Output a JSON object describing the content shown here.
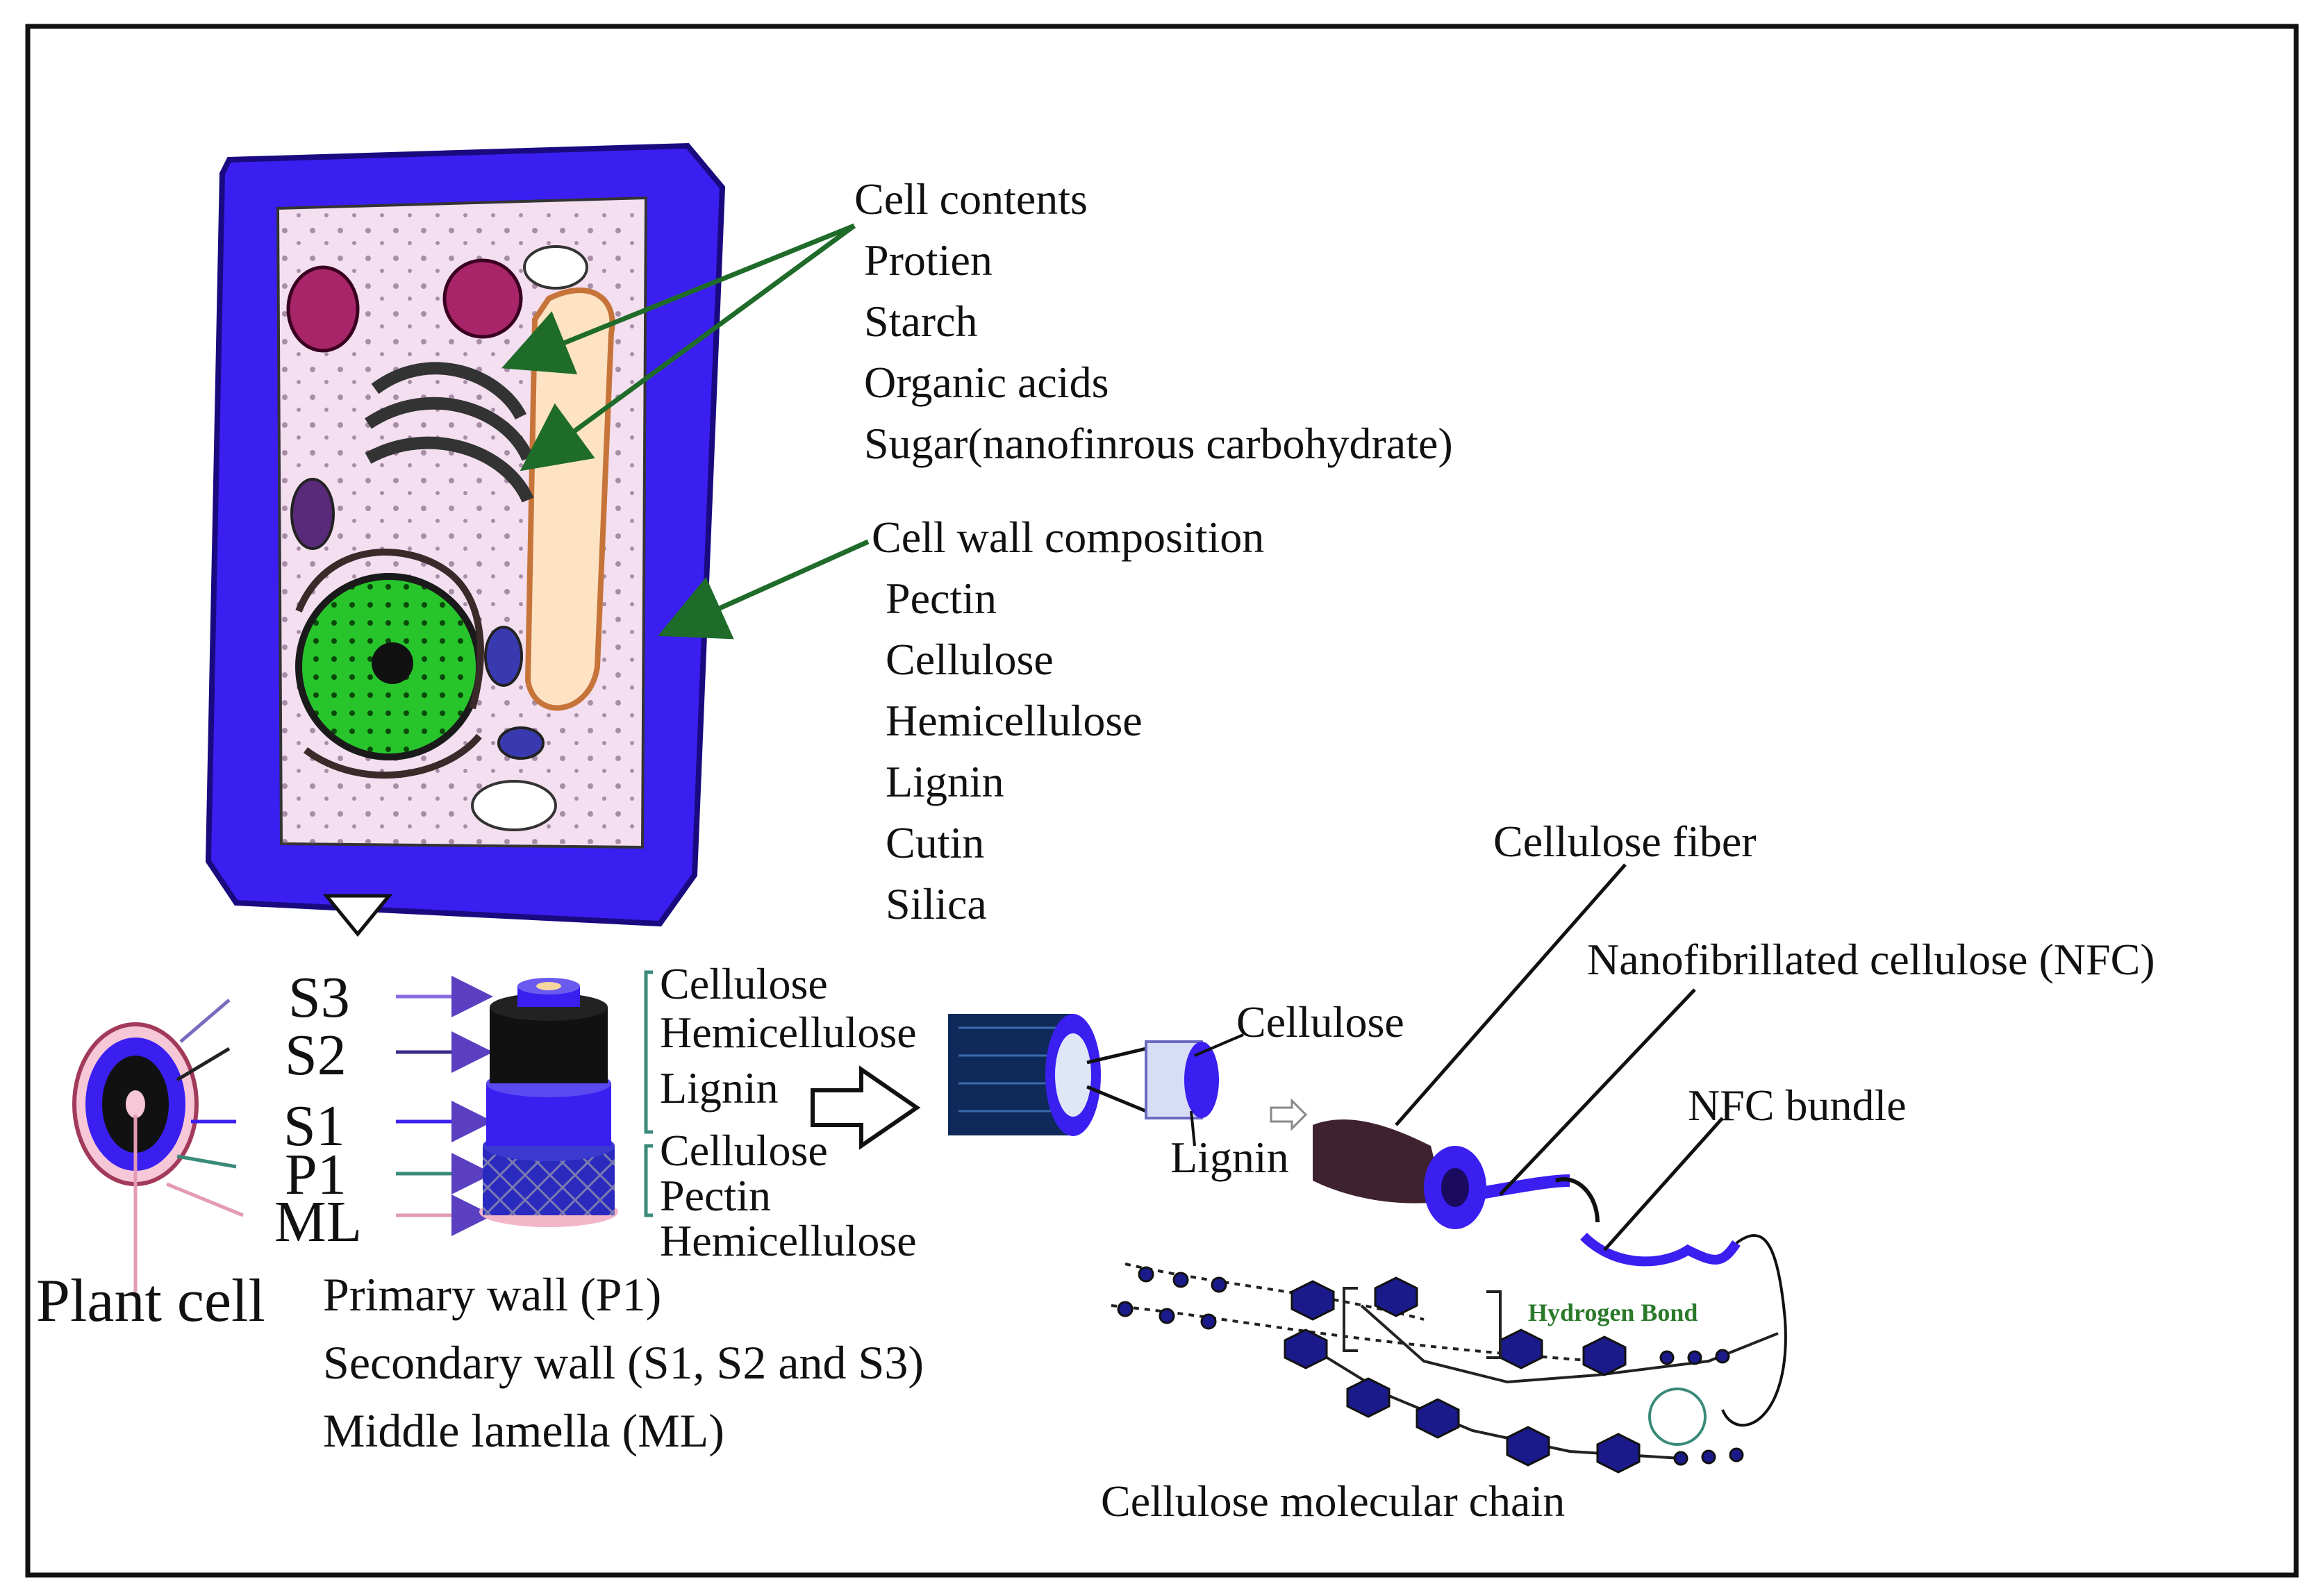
{
  "cell_contents": {
    "heading": "Cell contents",
    "items": [
      "Protien",
      "Starch",
      "Organic acids",
      "Sugar(nanofinrous carbohydrate)"
    ]
  },
  "cell_wall": {
    "heading": "Cell wall composition",
    "items": [
      "Pectin",
      "Cellulose",
      "Hemicellulose",
      "Lignin",
      "Cutin",
      "Silica"
    ]
  },
  "layers": [
    "S3",
    "S2",
    "S1",
    "P1",
    "ML"
  ],
  "secondary_components": [
    "Cellulose",
    "Hemicellulose",
    "Lignin"
  ],
  "primary_components": [
    "Cellulose",
    "Pectin",
    "Hemicellulose"
  ],
  "plant_cell_label": "Plant cell",
  "wall_legend": [
    "Primary wall (P1)",
    "Secondary wall (S1, S2 and S3)",
    "Middle lamella (ML)"
  ],
  "fiber_labels": {
    "cellulose": "Cellulose",
    "lignin": "Lignin",
    "cellulose_fiber": "Cellulose fiber",
    "nfc": "Nanofibrillated cellulose (NFC)",
    "nfc_bundle": "NFC bundle",
    "hydrogen_bond": "Hydrogen Bond",
    "molecular_chain": "Cellulose molecular chain"
  },
  "colors": {
    "cell_wall": "#3a1ff0",
    "cytoplasm": "#f3dff0",
    "nucleus": "#22c425",
    "arrow_green": "#1f6b2a",
    "hydrogen_bond_text": "#2b7a2b"
  }
}
